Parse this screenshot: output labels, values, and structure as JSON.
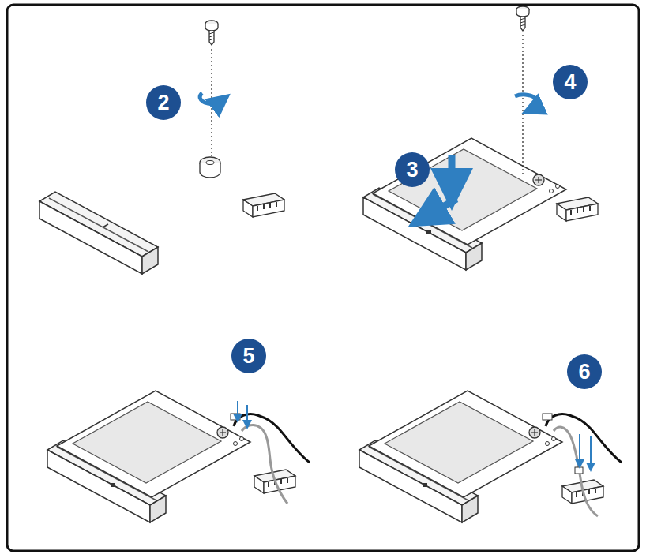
{
  "diagram": {
    "labels": [
      "2",
      "3",
      "4",
      "5",
      "6"
    ]
  }
}
